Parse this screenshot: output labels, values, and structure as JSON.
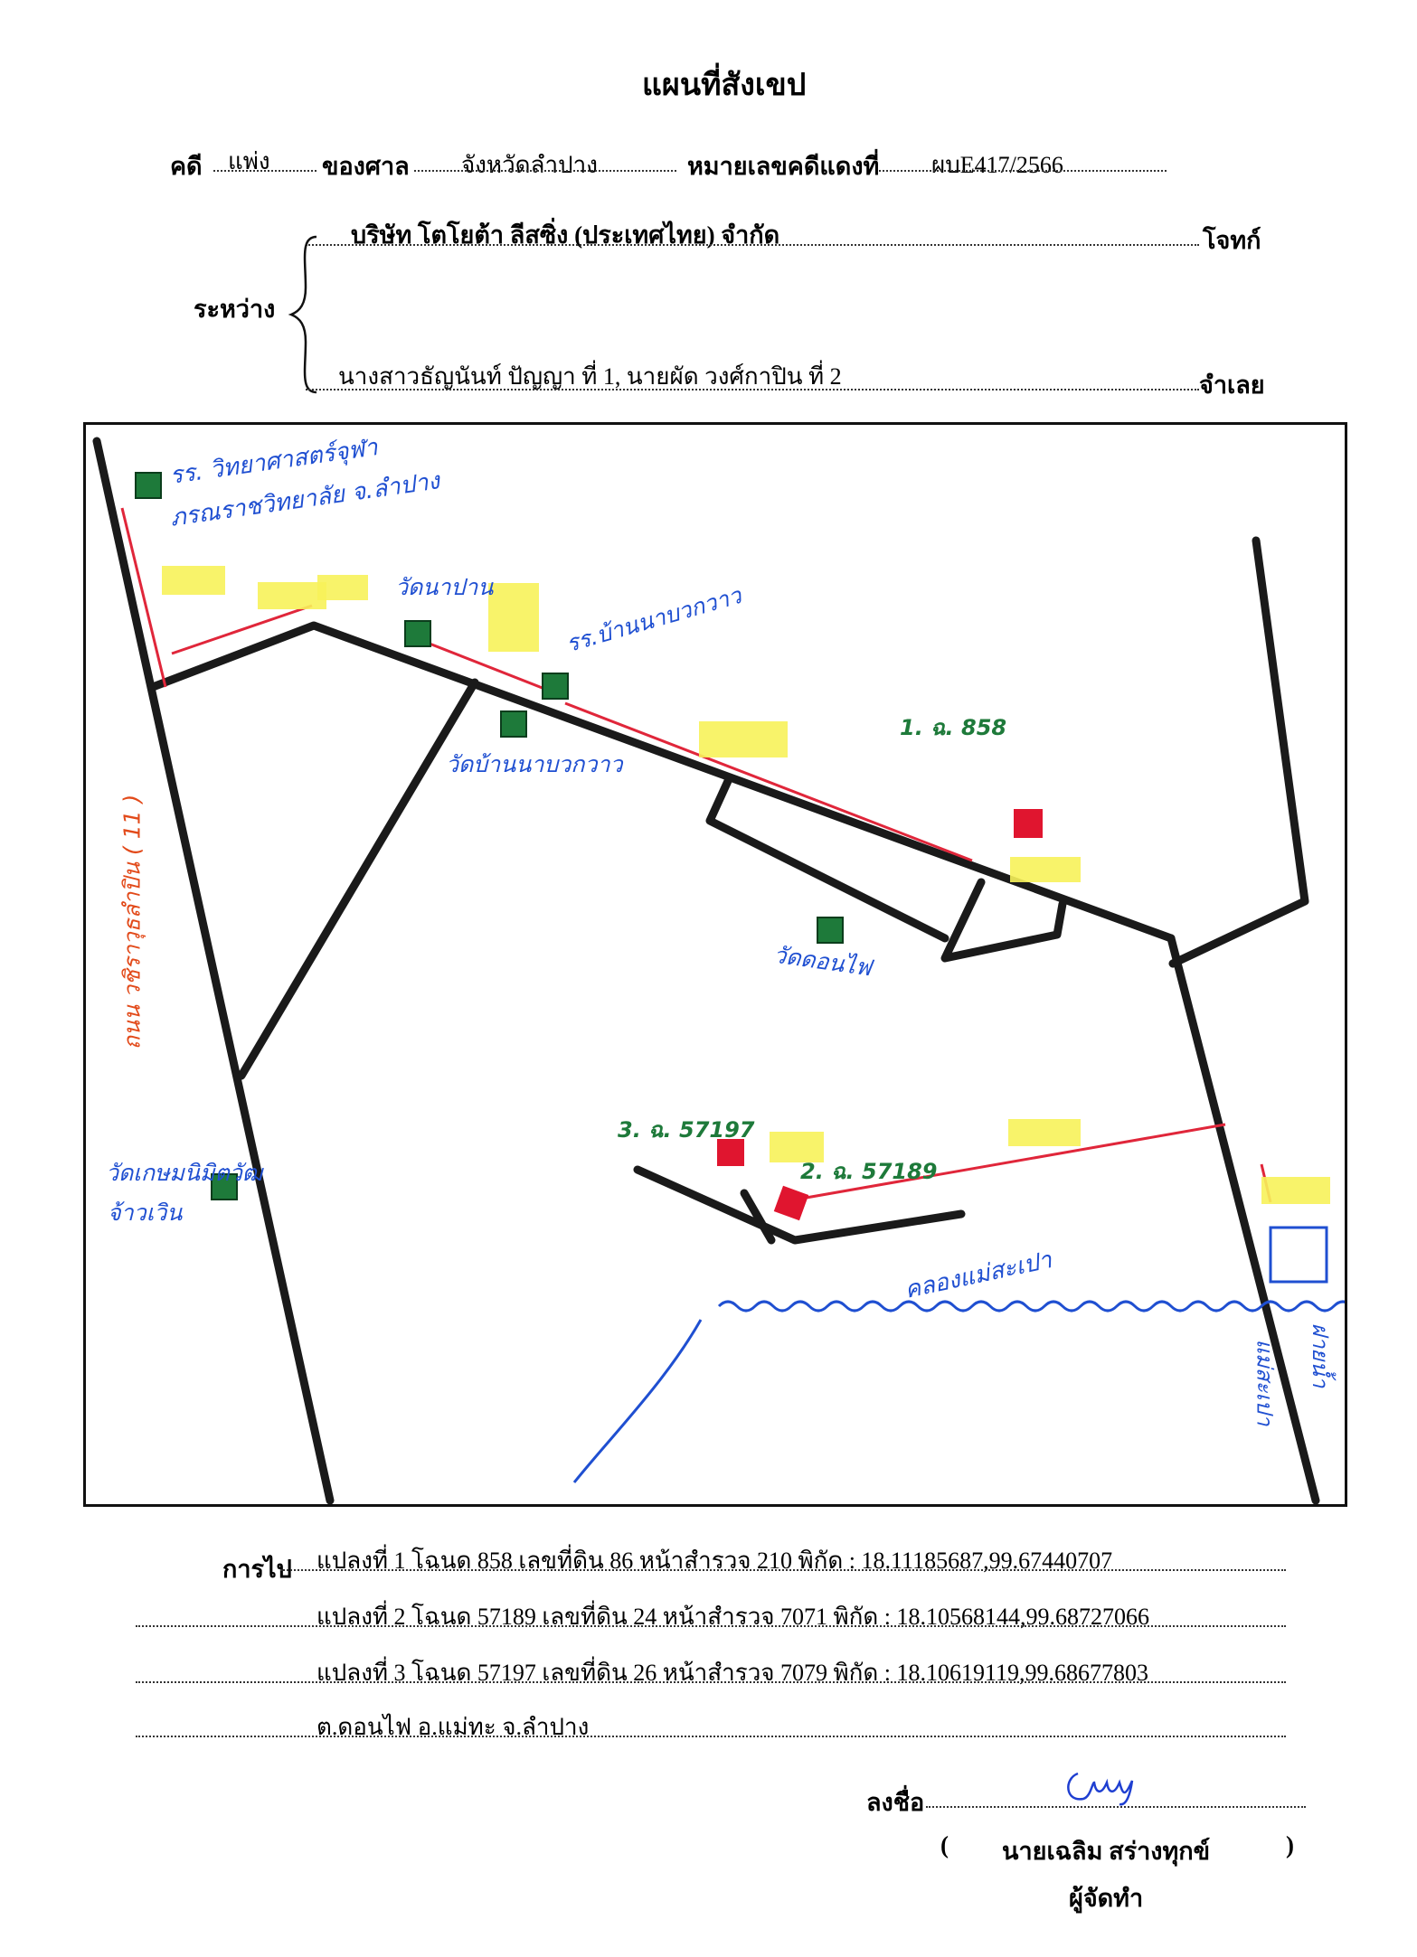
{
  "title": "แผนที่สังเขป",
  "case": {
    "case_label": "คดี",
    "case_type": "แพ่ง",
    "court_label": "ของศาล",
    "court_value": "จังหวัดลำปาง",
    "red_no_label": "หมายเลขคดีแดงที่",
    "red_no_value": "ผบE417/2566"
  },
  "parties": {
    "between_label": "ระหว่าง",
    "plaintiff": "บริษัท โตโยต้า ลีสซิ่ง (ประเทศไทย) จำกัด",
    "plaintiff_role": "โจทก์",
    "defendant": "นางสาวธัญนันท์ ปัญญา ที่ 1, นายผัด วงศ์กาปิน ที่ 2",
    "defendant_role": "จำเลย"
  },
  "map": {
    "labels": {
      "school1_line1": "รร. วิทยาศาสตร์จุฬา",
      "school1_line2": "ภรณราชวิทยาลัย จ.ลำปาง",
      "wat_pa_nan": "วัดนาปาน",
      "school2": "รร.บ้านนาบวกวาว",
      "wat_ban_na": "วัดบ้านนาบวกวาว",
      "wat_don_fai": "วัดดอนไฟ",
      "wat_kasem": "วัดเกษมนิมิตวัฒ",
      "wat_kasem_2": "จ้าวเวิน",
      "road": "ถนน วชิราวุธลำปิน ( 11 )",
      "canal": "คลองแม่สะเปา",
      "river": "แม่สะเปา",
      "weir": "ฝายน้ำ",
      "plot1": "1. ฉ. 858",
      "plot2": "2. ฉ. 57189",
      "plot3": "3. ฉ. 57197"
    },
    "colors": {
      "road": "#1a1a1a",
      "distance_line": "#e0263a",
      "highlight": "#f7f25a",
      "plot_marker": "#e0152f",
      "landmark": "#1e7a3a",
      "water": "#1f4fd1",
      "road_label": "#e24a1a",
      "plot_label": "#1e7a3a"
    },
    "icons": [
      "landmark-square-icon",
      "plot-marker-icon",
      "weir-box-icon"
    ]
  },
  "directions": {
    "label": "การไป",
    "rows": [
      "แปลงที่ 1    โฉนด 858  เลขที่ดิน 86 หน้าสำรวจ 210   พิกัด :   18.11185687,99.67440707",
      "แปลงที่ 2    โฉนด 57189  เลขที่ดิน 24 หน้าสำรวจ 7071  พิกัด :  18.10568144,99.68727066",
      "แปลงที่ 3    โฉนด 57197  เลขที่ดิน 26 หน้าสำรวจ 7079  พิกัด :  18.10619119,99.68677803",
      "ต.ดอนไฟ  อ.แม่ทะ  จ.ลำปาง"
    ]
  },
  "signature": {
    "sign_label": "ลงชื่อ",
    "name": "นายเฉลิม  สร่างทุกข์",
    "open_paren": "(",
    "close_paren": ")",
    "role": "ผู้จัดทำ"
  }
}
